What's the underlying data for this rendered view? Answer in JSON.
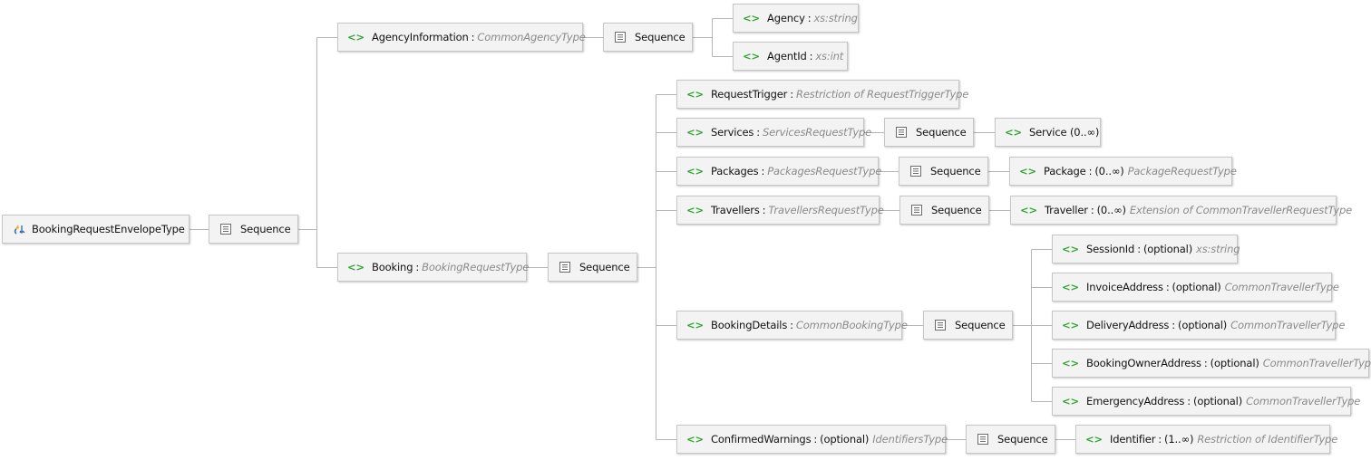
{
  "root": {
    "label": "BookingRequestEnvelopeType",
    "icon": "complex-type-icon"
  },
  "sequence_label": "Sequence",
  "agencyInformation": {
    "name": "AgencyInformation",
    "type": "CommonAgencyType"
  },
  "agency": {
    "name": "Agency",
    "type": "xs:string"
  },
  "agentId": {
    "name": "AgentId",
    "type": "xs:int"
  },
  "booking": {
    "name": "Booking",
    "type": "BookingRequestType"
  },
  "requestTrigger": {
    "name": "RequestTrigger",
    "type": "Restriction of RequestTriggerType"
  },
  "services": {
    "name": "Services",
    "type": "ServicesRequestType"
  },
  "service": {
    "name": "Service",
    "cardinality": "(0..∞)"
  },
  "packages": {
    "name": "Packages",
    "type": "PackagesRequestType"
  },
  "package": {
    "name": "Package",
    "cardinality": "(0..∞)",
    "type": "PackageRequestType"
  },
  "travellers": {
    "name": "Travellers",
    "type": "TravellersRequestType"
  },
  "traveller": {
    "name": "Traveller",
    "cardinality": "(0..∞)",
    "type": "Extension of CommonTravellerRequestType"
  },
  "bookingDetails": {
    "name": "BookingDetails",
    "type": "CommonBookingType"
  },
  "sessionId": {
    "name": "SessionId",
    "cardinality": "(optional)",
    "type": "xs:string"
  },
  "invoiceAddress": {
    "name": "InvoiceAddress",
    "cardinality": "(optional)",
    "type": "CommonTravellerType"
  },
  "deliveryAddress": {
    "name": "DeliveryAddress",
    "cardinality": "(optional)",
    "type": "CommonTravellerType"
  },
  "bookingOwnerAddress": {
    "name": "BookingOwnerAddress",
    "cardinality": "(optional)",
    "type": "CommonTravellerType"
  },
  "emergencyAddress": {
    "name": "EmergencyAddress",
    "cardinality": "(optional)",
    "type": "CommonTravellerType"
  },
  "confirmedWarnings": {
    "name": "ConfirmedWarnings",
    "cardinality": "(optional)",
    "type": "IdentifiersType"
  },
  "identifier": {
    "name": "Identifier",
    "cardinality": "(1..∞)",
    "type": "Restriction of IdentifierType"
  },
  "element_icon_glyph": "<>",
  "colors": {
    "element_icon": "#2fa52f",
    "type_text": "#8a8a8a",
    "connector": "#b5b5b5",
    "node_bg": "#f3f3f3"
  }
}
